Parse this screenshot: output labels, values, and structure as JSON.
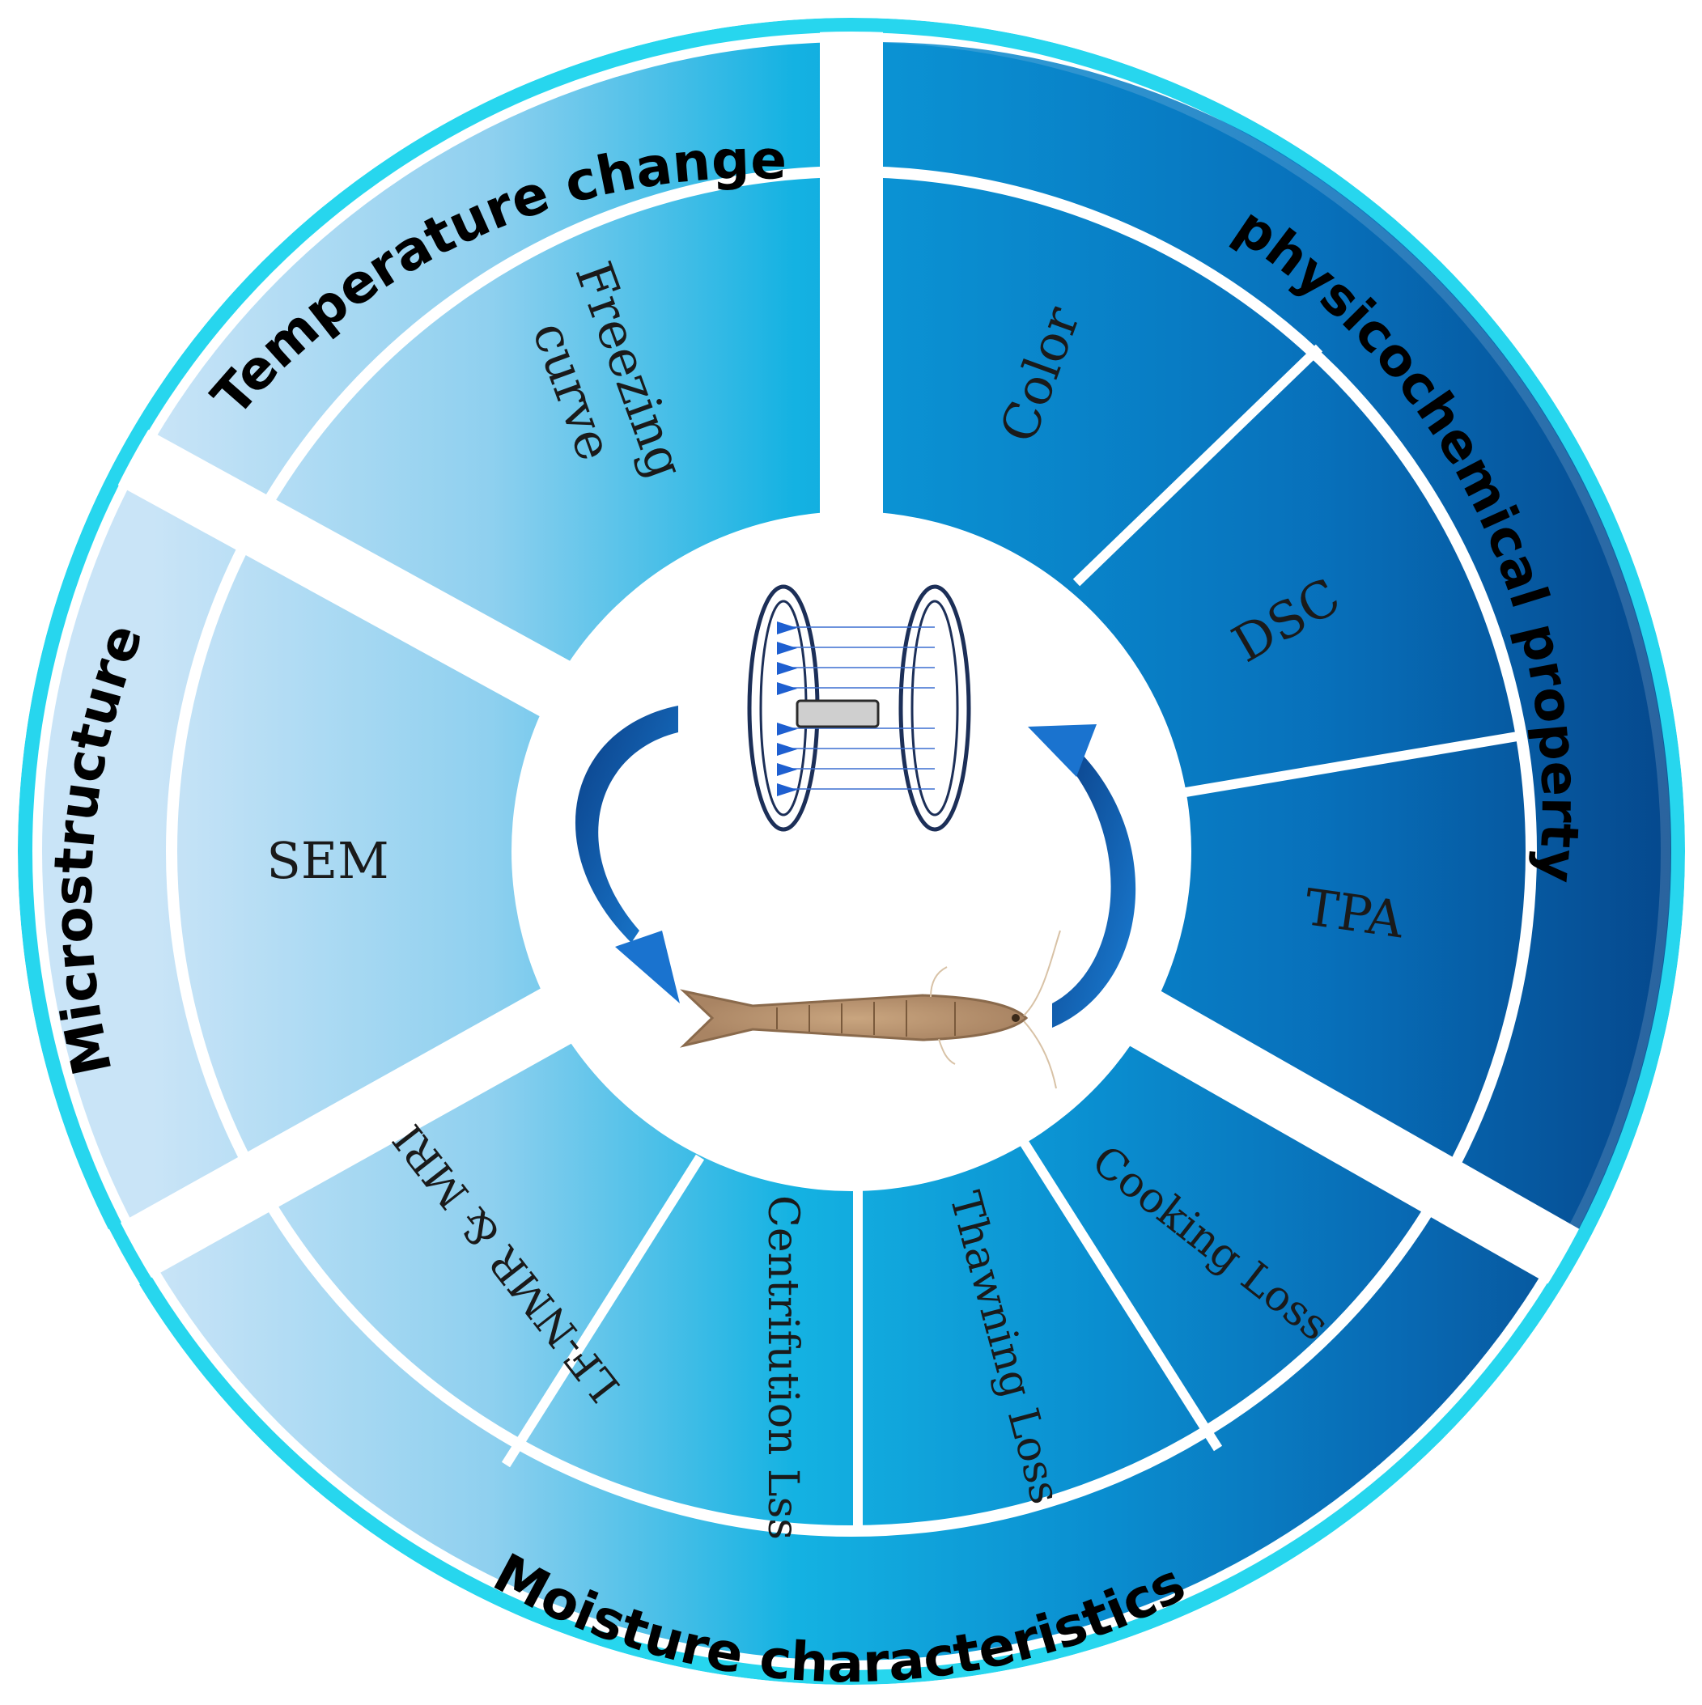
{
  "categories": {
    "temperature": "Temperature change",
    "physicochemical": "physicochemical property",
    "moisture": "Moisture characteristics",
    "microstructure": "Microstructure"
  },
  "items": {
    "freezing_line1": "Freezing",
    "freezing_line2": "curve",
    "color": "Color",
    "dsc": "DSC",
    "tpa": "TPA",
    "cooking_loss": "Cooking Loss",
    "thawning_loss": "Thawning Loss",
    "centrifution": "Centrifution Lss",
    "lfnmr": "LF-NMR & MRI",
    "sem": "SEM"
  },
  "colors": {
    "outer_ring": "#29d9f0",
    "light": "#c7e3f6",
    "mid": "#12aadc",
    "dark": "#0a57a4",
    "darkest": "#07458a",
    "arrow": "#1568c2"
  }
}
